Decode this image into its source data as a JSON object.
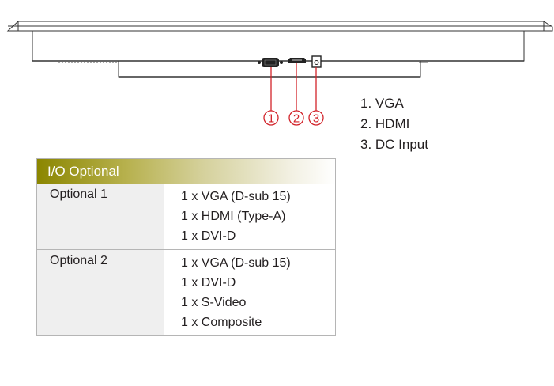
{
  "diagram": {
    "callouts": [
      {
        "number": "1",
        "connector": "vga-port"
      },
      {
        "number": "2",
        "connector": "hdmi-port"
      },
      {
        "number": "3",
        "connector": "dc-input-jack"
      }
    ],
    "callout_color": "#d2232a"
  },
  "legend": [
    {
      "label": "1. VGA"
    },
    {
      "label": "2. HDMI"
    },
    {
      "label": "3. DC Input"
    }
  ],
  "io_table": {
    "title": "I/O Optional",
    "header_color": "#8b8600",
    "rows": [
      {
        "name": "Optional 1",
        "items": [
          "1 x VGA (D-sub 15)",
          "1 x HDMI (Type-A)",
          "1 x DVI-D"
        ]
      },
      {
        "name": "Optional 2",
        "items": [
          "1 x VGA (D-sub 15)",
          "1 x DVI-D",
          "1 x S-Video",
          "1 x Composite"
        ]
      }
    ]
  }
}
